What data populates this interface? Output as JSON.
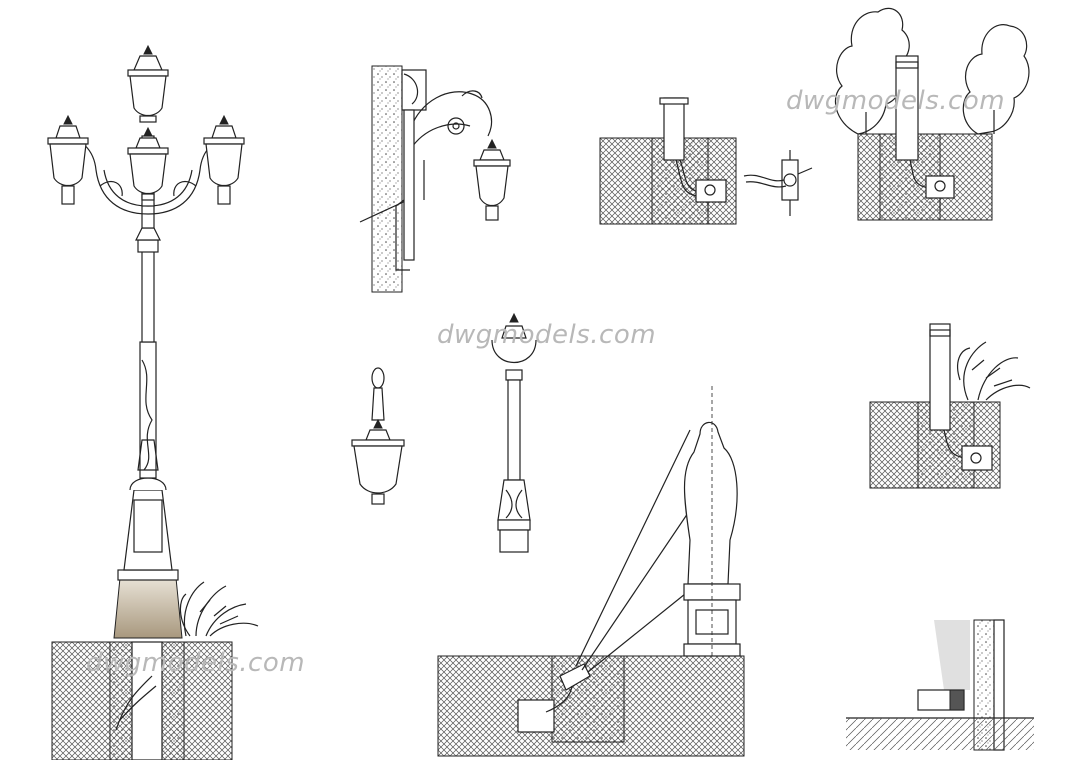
{
  "watermarks": {
    "top_right": "dwgmodels.com",
    "middle": "dwgmodels.com",
    "bottom_left": "dwgmodels.com"
  },
  "colors": {
    "line": "#222222",
    "watermark": "#b8b8b8",
    "base_tint": "#c9bfae",
    "hatch_gray": "#9a9a9a",
    "background": "#ffffff"
  },
  "drawings": [
    "four-lamp-street-lamp-elevation-icon",
    "wall-bracket-lantern-icon",
    "ground-spike-light-section-icon",
    "cable-junction-detail-icon",
    "bollard-light-between-trees-icon",
    "pendant-lantern-icon",
    "single-post-lamp-icon",
    "statue-uplight-section-icon",
    "bollard-light-with-shrub-icon",
    "wall-washer-light-detail-icon"
  ]
}
